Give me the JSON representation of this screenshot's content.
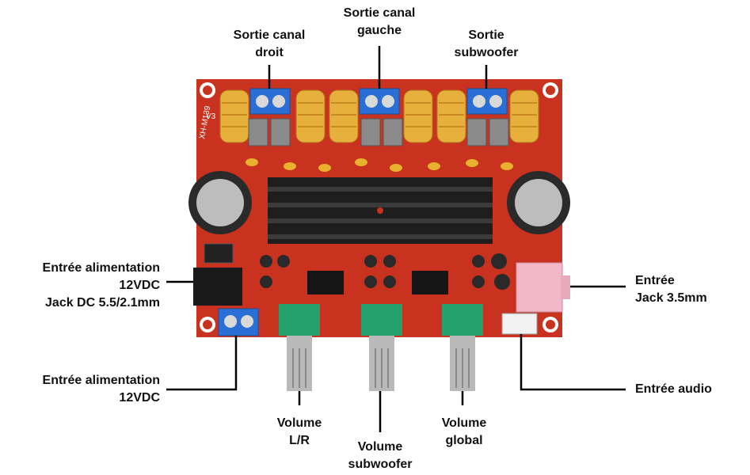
{
  "labels": {
    "out_right": [
      "Sortie canal",
      "droit"
    ],
    "out_left": [
      "Sortie canal",
      "gauche"
    ],
    "out_sub": [
      "Sortie",
      "subwoofer"
    ],
    "power_jack": [
      "Entrée alimentation",
      "12VDC",
      "Jack DC 5.5/2.1mm"
    ],
    "power_terminal": [
      "Entrée alimentation",
      "12VDC"
    ],
    "jack_in": [
      "Entrée",
      "Jack 3.5mm"
    ],
    "audio_in": [
      "Entrée audio"
    ],
    "vol_lr": [
      "Volume",
      "L/R"
    ],
    "vol_sub": [
      "Volume",
      "subwoofer"
    ],
    "vol_global": [
      "Volume",
      "global"
    ]
  },
  "board": {
    "model_marking": "XH-M139",
    "version_marking": "V3"
  },
  "colors": {
    "pcb": "#c8321e",
    "terminal": "#2a6fd6",
    "heatsink": "#1e1e1e",
    "coil": "#e7b03c",
    "pot": "#23a06b"
  }
}
